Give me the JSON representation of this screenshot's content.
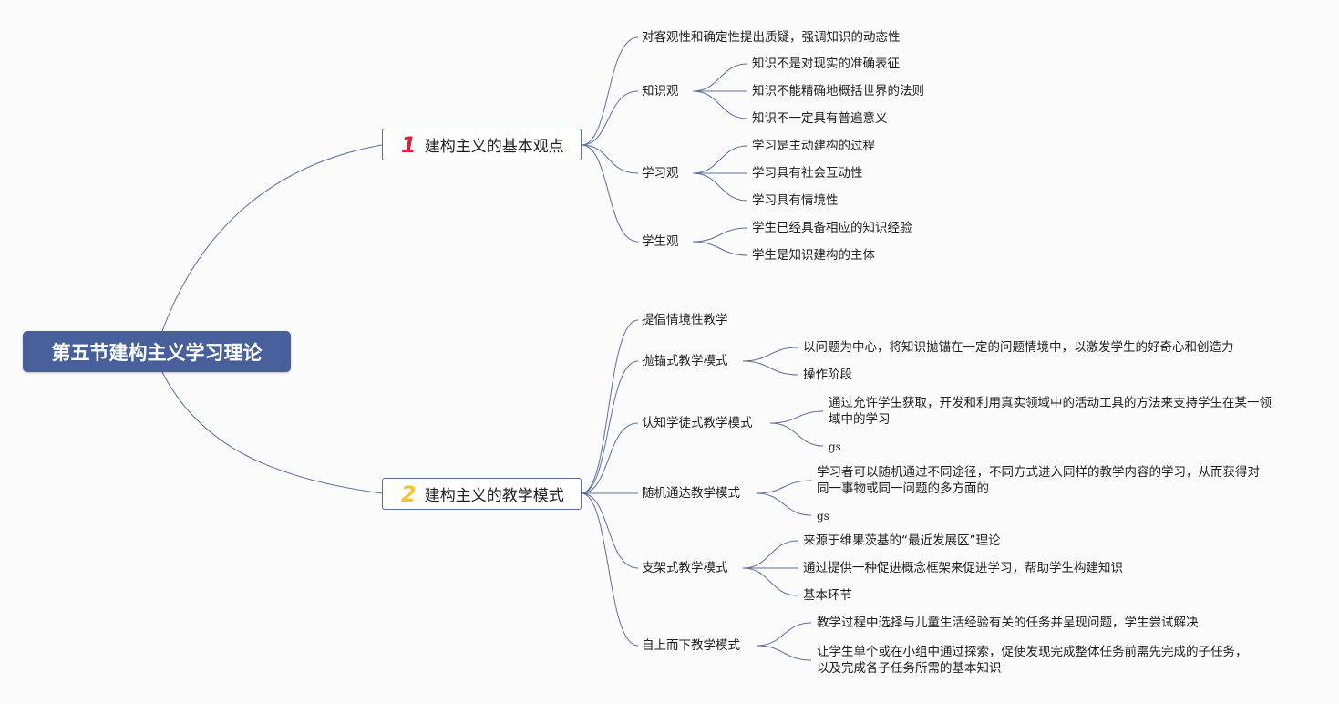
{
  "colors": {
    "root_bg": "#475f9a",
    "line": "#5a6fa0",
    "badge_1": "#d6223a",
    "badge_2": "#f4c531"
  },
  "root": {
    "title": "第五节建构主义学习理论"
  },
  "branches": [
    {
      "badge": "1",
      "label": "建构主义的基本观点",
      "children": [
        {
          "label": "对客观性和确定性提出质疑，强调知识的动态性"
        },
        {
          "label": "知识观",
          "children": [
            {
              "label": "知识不是对现实的准确表征"
            },
            {
              "label": "知识不能精确地概括世界的法则"
            },
            {
              "label": "知识不一定具有普遍意义"
            }
          ]
        },
        {
          "label": "学习观",
          "children": [
            {
              "label": "学习是主动建构的过程"
            },
            {
              "label": "学习具有社会互动性"
            },
            {
              "label": "学习具有情境性"
            }
          ]
        },
        {
          "label": "学生观",
          "children": [
            {
              "label": "学生已经具备相应的知识经验"
            },
            {
              "label": "学生是知识建构的主体"
            }
          ]
        }
      ]
    },
    {
      "badge": "2",
      "label": "建构主义的教学模式",
      "children": [
        {
          "label": "提倡情境性教学"
        },
        {
          "label": "抛锚式教学模式",
          "children": [
            {
              "label": "以问题为中心，将知识抛锚在一定的问题情境中，以激发学生的好奇心和创造力"
            },
            {
              "label": "操作阶段"
            }
          ]
        },
        {
          "label": "认知学徒式教学模式",
          "children": [
            {
              "label": "通过允许学生获取，开发和利用真实领域中的活动工具的方法来支持学生在某一领域中的学习"
            },
            {
              "label": "gs"
            }
          ]
        },
        {
          "label": "随机通达教学模式",
          "children": [
            {
              "label": "学习者可以随机通过不同途径，不同方式进入同样的教学内容的学习，从而获得对同一事物或同一问题的多方面的"
            },
            {
              "label": "gs"
            }
          ]
        },
        {
          "label": "支架式教学模式",
          "children": [
            {
              "label": "来源于维果茨基的“最近发展区”理论"
            },
            {
              "label": "通过提供一种促进概念框架来促进学习，帮助学生构建知识"
            },
            {
              "label": "基本环节"
            }
          ]
        },
        {
          "label": "自上而下教学模式",
          "children": [
            {
              "label": "教学过程中选择与儿童生活经验有关的任务并呈现问题，学生尝试解决"
            },
            {
              "label": "让学生单个或在小组中通过探索，促使发现完成整体任务前需先完成的子任务，以及完成各子任务所需的基本知识"
            }
          ]
        }
      ]
    }
  ]
}
